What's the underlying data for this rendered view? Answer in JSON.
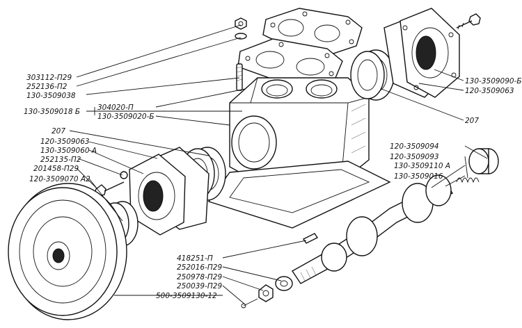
{
  "labels": {
    "l303112": "303112-П29",
    "l252136": "252136-П2",
    "l130_3509038": "130-3509038",
    "l130_3509018": "130-3509018 Б",
    "l304020": "304020-П",
    "l130_3509020": "130-3509020-Б",
    "l207_left": "207",
    "l120_3509063_left": "120-3509063",
    "l130_3509060": "130-3509060 А",
    "l252135": "252135-П2",
    "l201458": "201458-П29",
    "l120_3509070": "120-3509070 А2",
    "l130_3509090": "130-3509090-Б",
    "l120_3509063_right": "120-3509063",
    "l207_right": "207",
    "l120_3509094": "120-3509094",
    "l120_3509093": "120-3509093",
    "l130_3509110": "130-3509110 А",
    "l130_3509016": "130-3509016",
    "l418251": "418251-П",
    "l252016": "252016-П29",
    "l250978": "250978-П29",
    "l250039": "250039-П29",
    "l500_3509130": "500-3509130-12"
  }
}
